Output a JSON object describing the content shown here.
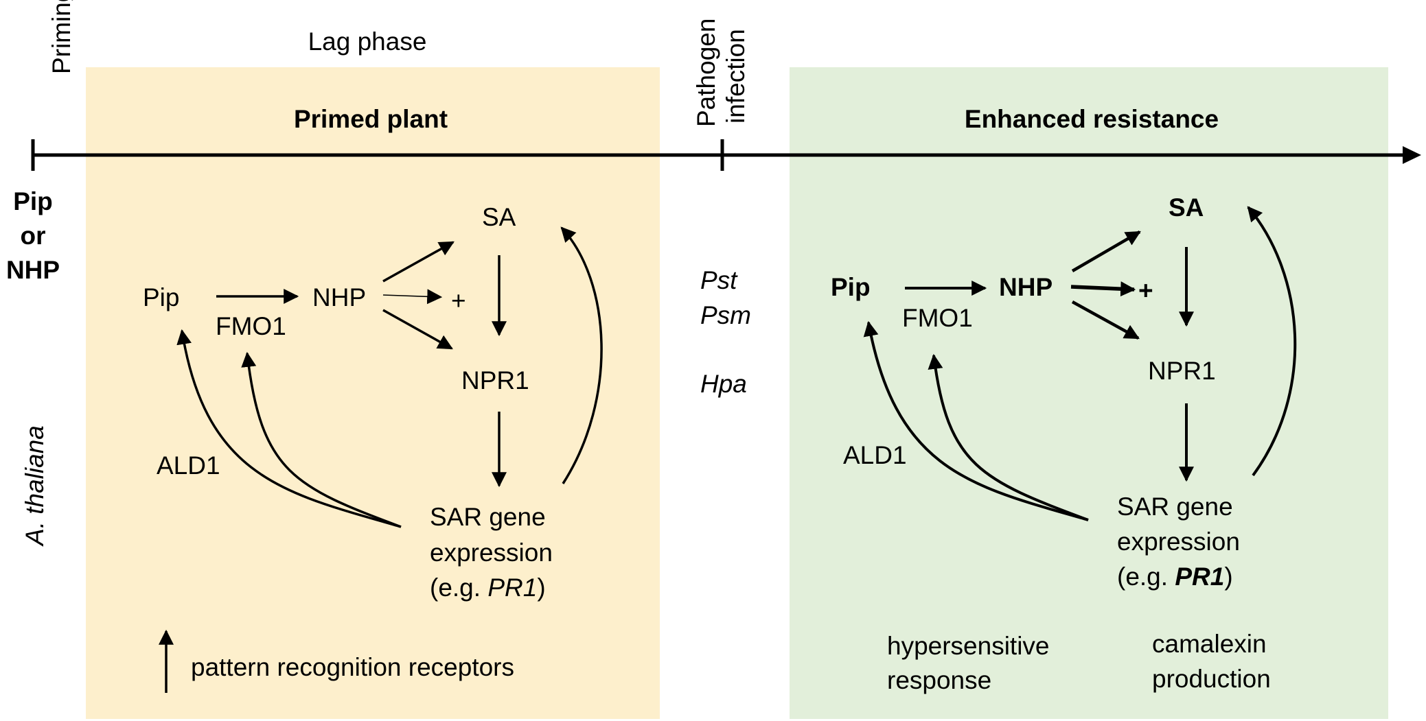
{
  "timeline": {
    "priming": "Priming",
    "lag_phase": "Lag phase",
    "pathogen_infection_1": "Pathogen",
    "pathogen_infection_2": "infection",
    "treatment_1": "Pip",
    "treatment_2": "or",
    "treatment_3": "NHP",
    "species": "A. thaliana"
  },
  "primed": {
    "title": "Primed plant",
    "pip": "Pip",
    "fmo1": "FMO1",
    "nhp": "NHP",
    "plus": "+",
    "sa": "SA",
    "npr1": "NPR1",
    "ald1": "ALD1",
    "sar_1": "SAR gene",
    "sar_2": "expression",
    "sar_3_pre": "(e.g. ",
    "sar_3_gene": "PR1",
    "sar_3_post": ")",
    "prr": "pattern recognition receptors"
  },
  "pathogens": {
    "pst": "Pst",
    "psm": "Psm",
    "hpa": "Hpa"
  },
  "resistance": {
    "title": "Enhanced resistance",
    "pip": "Pip",
    "fmo1": "FMO1",
    "nhp": "NHP",
    "plus": "+",
    "sa": "SA",
    "npr1": "NPR1",
    "ald1": "ALD1",
    "sar_1": "SAR gene",
    "sar_2": "expression",
    "sar_3_pre": "(e.g. ",
    "sar_3_gene": "PR1",
    "sar_3_post": ")",
    "hr_1": "hypersensitive",
    "hr_2": "response",
    "cam_1": "camalexin",
    "cam_2": "production"
  },
  "colors": {
    "primed_panel": "#fdefcc",
    "resistance_panel": "#e2efda",
    "ink": "#000000"
  }
}
